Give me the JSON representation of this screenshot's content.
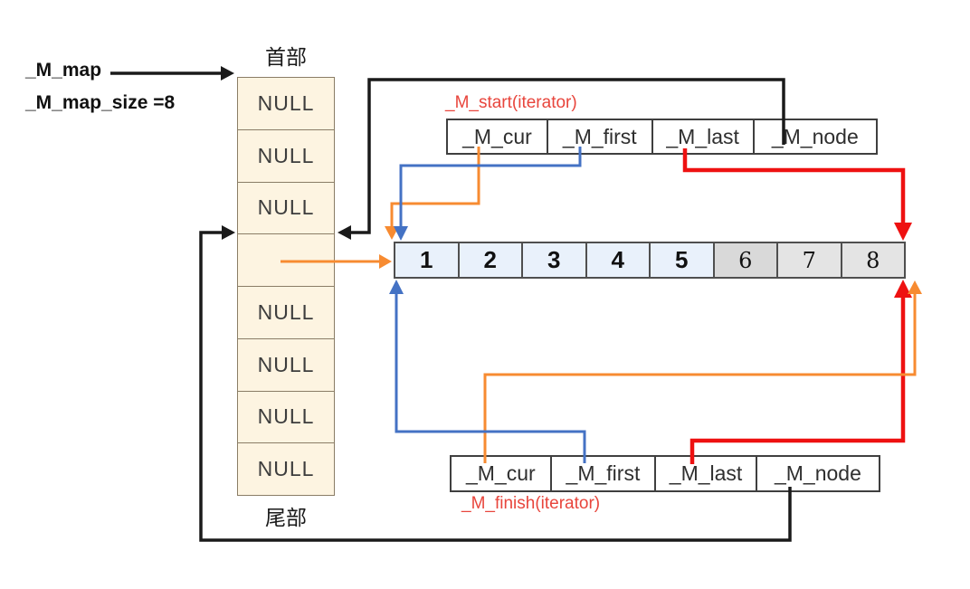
{
  "title": "deque internal structure diagram",
  "left_labels": {
    "m_map": "_M_map",
    "m_map_size": "_M_map_size =8"
  },
  "map": {
    "head_label": "首部",
    "tail_label": "尾部",
    "cells": [
      "NULL",
      "NULL",
      "NULL",
      "",
      "NULL",
      "NULL",
      "NULL",
      "NULL"
    ]
  },
  "iterators": {
    "start": {
      "label": "_M_start(iterator)",
      "fields": [
        "_M_cur",
        "_M_first",
        "_M_last",
        "_M_node"
      ]
    },
    "finish": {
      "label": "_M_finish(iterator)",
      "fields": [
        "_M_cur",
        "_M_first",
        "_M_last",
        "_M_node"
      ]
    }
  },
  "buffer": {
    "cells": [
      "1",
      "2",
      "3",
      "4",
      "5",
      "6",
      "7",
      "8"
    ]
  },
  "colors": {
    "arrow_black": "#1a1a1a",
    "arrow_red": "#ee1111",
    "arrow_orange": "#f78b31",
    "arrow_blue": "#4472c4",
    "red_label": "#e8453c",
    "map_cell_fill": "#fdf4e1",
    "map_cell_border": "#8a7d66",
    "buffer_blue_fill": "#e9f1fb",
    "buffer_gray_dark_fill": "#d9d9d9",
    "buffer_gray_fill": "#e4e4e4",
    "box_border": "#3f3f3f",
    "text_dark": "#2f2f2f"
  }
}
